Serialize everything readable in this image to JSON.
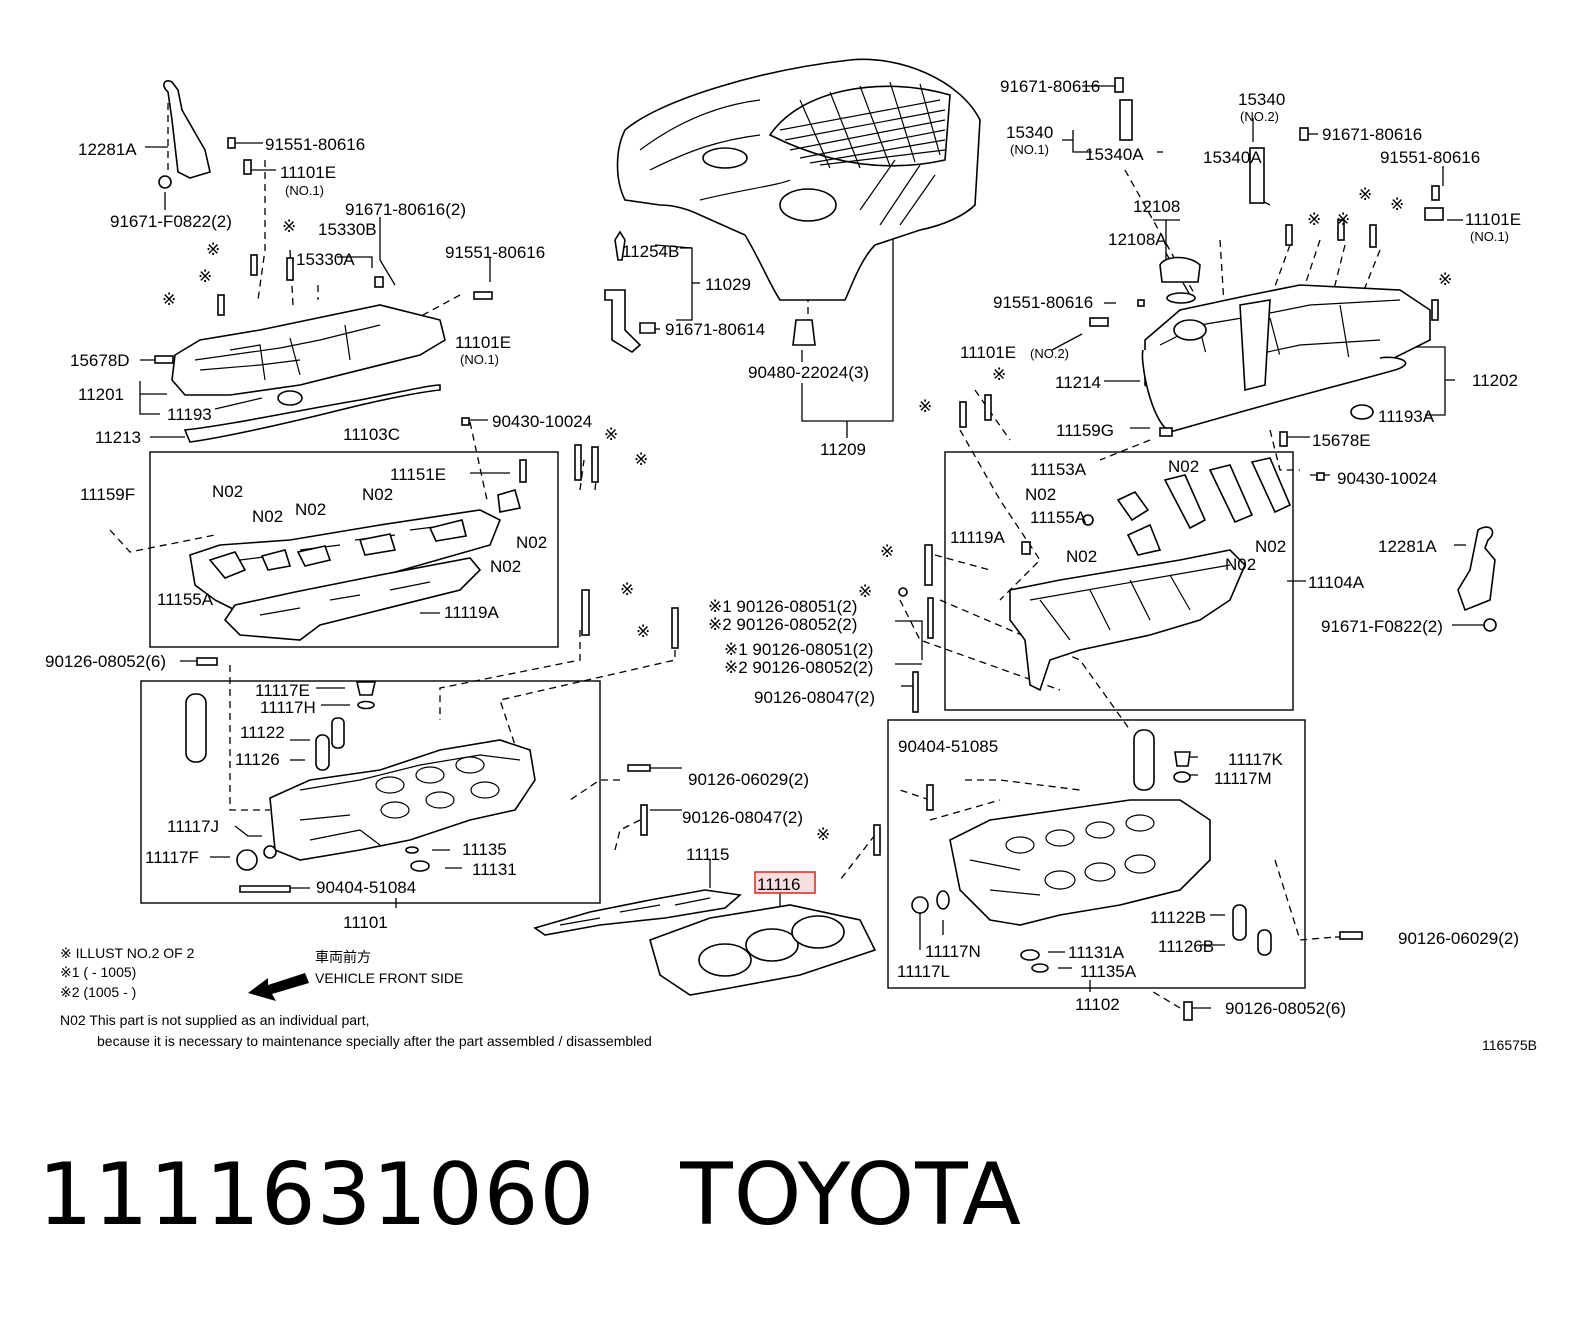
{
  "diagram": {
    "labels": {
      "l_12281A": "12281A",
      "l_91551_80616_a": "91551-80616",
      "l_11101E_a": "11101E",
      "l_no1_a": "(NO.1)",
      "l_91671_F0822_a": "91671-F0822(2)",
      "l_91671_80616_2": "91671-80616(2)",
      "l_15330B": "15330B",
      "l_15330A": "15330A",
      "l_91551_80616_b": "91551-80616",
      "l_11101E_b": "11101E",
      "l_no1_b": "(NO.1)",
      "l_15678D": "15678D",
      "l_11201": "11201",
      "l_11193": "11193",
      "l_11213": "11213",
      "l_11103C": "11103C",
      "l_90430_10024_a": "90430-10024",
      "l_11159F": "11159F",
      "l_11151E": "11151E",
      "l_n02_1": "N02",
      "l_n02_2": "N02",
      "l_n02_3": "N02",
      "l_n02_4": "N02",
      "l_n02_5": "N02",
      "l_n02_6": "N02",
      "l_11155A_a": "11155A",
      "l_11119A_a": "11119A",
      "l_90126_08052_6a": "90126-08052(6)",
      "l_11117E": "11117E",
      "l_11117H": "11117H",
      "l_11122": "11122",
      "l_11126": "11126",
      "l_11117J": "11117J",
      "l_11117F": "11117F",
      "l_11135": "11135",
      "l_11131": "11131",
      "l_90404_51084": "90404-51084",
      "l_11101": "11101",
      "l_11254B": "11254B",
      "l_11029": "11029",
      "l_91671_80614": "91671-80614",
      "l_90480_22024": "90480-22024(3)",
      "l_11209": "11209",
      "l_s1_90126_08051_a": "※1 90126-08051(2)",
      "l_s2_90126_08052_a": "※2 90126-08052(2)",
      "l_s1_90126_08051_b": "※1 90126-08051(2)",
      "l_s2_90126_08052_b": "※2 90126-08052(2)",
      "l_90126_08047_a": "90126-08047(2)",
      "l_90126_06029_a": "90126-06029(2)",
      "l_90126_08047_b": "90126-08047(2)",
      "l_11115": "11115",
      "l_11116": "11116",
      "l_91671_80616_c": "91671-80616",
      "l_15340_a": "15340",
      "l_no1_c": "(NO.1)",
      "l_15340A_a": "15340A",
      "l_15340_b": "15340",
      "l_no2_a": "(NO.2)",
      "l_91671_80616_d": "91671-80616",
      "l_15340A_b": "15340A",
      "l_91551_80616_c": "91551-80616",
      "l_11101E_c": "11101E",
      "l_no1_d": "(NO.1)",
      "l_12108": "12108",
      "l_12108A": "12108A",
      "l_91551_80616_d": "91551-80616",
      "l_11101E_d": "11101E",
      "l_no2_b": "(NO.2)",
      "l_11214": "11214",
      "l_11202": "11202",
      "l_11193A": "11193A",
      "l_11159G": "11159G",
      "l_15678E": "15678E",
      "l_11153A": "11153A",
      "l_n02_7": "N02",
      "l_n02_8": "N02",
      "l_11155A_b": "11155A",
      "l_n02_9": "N02",
      "l_n02_10": "N02",
      "l_n02_11": "N02",
      "l_90430_10024_b": "90430-10024",
      "l_11119A_b": "11119A",
      "l_11104A": "11104A",
      "l_12281A_b": "12281A",
      "l_91671_F0822_b": "91671-F0822(2)",
      "l_90404_51085": "90404-51085",
      "l_11117K": "11117K",
      "l_11117M": "11117M",
      "l_11122B": "11122B",
      "l_11126B": "11126B",
      "l_90126_06029_b": "90126-06029(2)",
      "l_11117N": "11117N",
      "l_11117L": "11117L",
      "l_11131A": "11131A",
      "l_11135A": "11135A",
      "l_11102": "11102",
      "l_90126_08052_6b": "90126-08052(6)",
      "mark": "※"
    },
    "notes": {
      "illust": "※ ILLUST NO.2 OF 2",
      "s1": "※1 (         - 1005)",
      "s2": "※2 (1005 -         )",
      "front_jp": "車両前方",
      "front_en": "VEHICLE FRONT SIDE",
      "n02_line1": "N02 This part is not supplied as an individual part,",
      "n02_line2": "because it is necessary to maintenance specially after the part assembled / disassembled",
      "illust_code": "116575B"
    }
  },
  "caption": {
    "part_number": "1111631060",
    "brand": "TOYOTA"
  },
  "colors": {
    "line": "#000000",
    "highlight_fill": "#f8dede",
    "highlight_stroke": "#e03030"
  }
}
